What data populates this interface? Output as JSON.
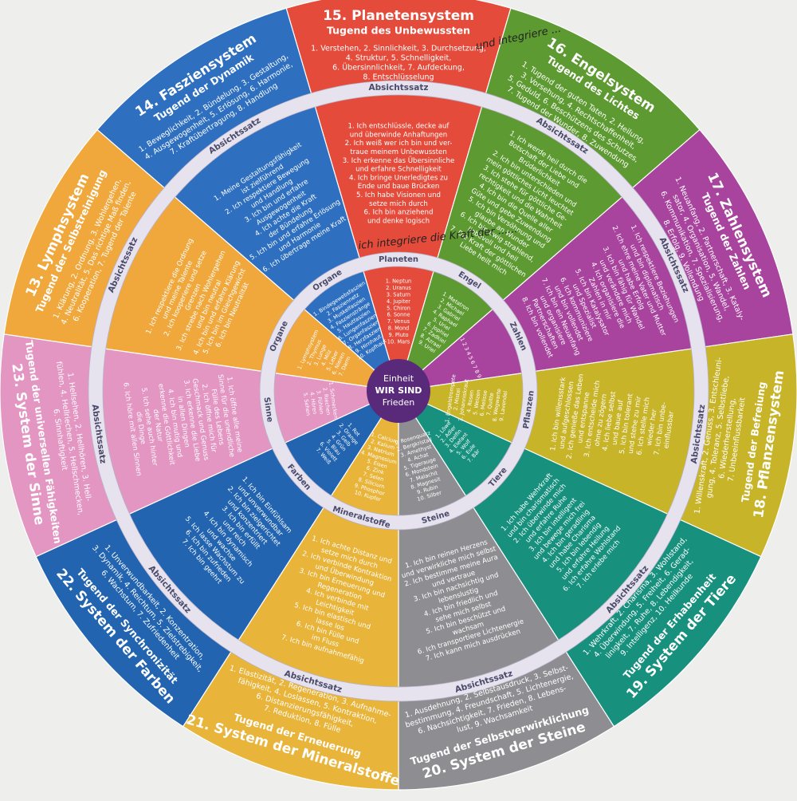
{
  "center": {
    "lines": [
      "Einheit",
      "WIR SIND",
      "Frieden"
    ]
  },
  "colors": {
    "outline": "#ffffff",
    "ring": "#e6e2ee",
    "ring_stroke": "#b8b2c8",
    "center": "#5a2a7a"
  },
  "handwriting": {
    "note1": "und integriere ...",
    "note2": "ich integriere die Kraft der ......"
  },
  "sections": [
    {
      "id": "15",
      "color": "#e44b3b",
      "title": "15. Planetensystem",
      "subtitle": "Tugend des Unbewussten",
      "items": [
        "1. Verstehen, 2. Sinnlichkeit, 3. Durchsetzung,",
        "4. Struktur, 5. Schnelligkeit,",
        "6. Übersinnlichkeit, 7. Aufdeckung,",
        "8. Entschlüsselung"
      ],
      "affirm_label": "Absichtssatz",
      "affirm": [
        "1. Ich entschlüssle, decke auf",
        "und überwinde Anhaftungen",
        "2. Ich weiß wer ich bin und ver-",
        "traue meinem Unbewussten",
        "3. Ich erkenne das Übersinnliche",
        "und erfahre Schnelligkeit",
        "4. Ich bringe Unerledigtes zu",
        "Ende und baue Brücken",
        "5. Ich habe Visionen und",
        "setze mich durch",
        "6. Ich bin anziehend",
        "und denke logisch"
      ],
      "inner_label": "Planeten",
      "inner": [
        "1. Neptun",
        "2. Uranus",
        "3. Saturn",
        "4. Jupiter",
        "5. Chiron",
        "6. Sonne",
        "7. Venus",
        "8. Mond",
        "9. Pluto",
        "10. Mars"
      ]
    },
    {
      "id": "16",
      "color": "#5e9a32",
      "title": "16. Engelsystem",
      "subtitle": "Tugend des Lichtes",
      "items": [
        "1. Tugend der guten Taten, 2. Heilung,",
        "3. Vorsehung, 4. Rechtschaffenheit,",
        "5. Geduld, 6. Beschützens des Schutzes,",
        "7. Tugend der Wunder, 8. Zuwendung"
      ],
      "affirm_label": "Absichtssatz",
      "affirm": [
        "1. Ich werde heil durch die",
        "Botschaft der Liebe und",
        "Brüderlichkeit",
        "2. Ich bin unterschieden und",
        "mein göttliches Licht leuchtet",
        "3. Ich stehe für göttliche Ge-",
        "rechtigkeit und die Wahrheit",
        "4. Ich bin die Quelle aller",
        "Güte und gebe Zuwendung",
        "5. Ich bin Versöhnung und",
        "glaube an Wunder",
        "6. Ich bin ewig strahlend,",
        "liebevoll und heil",
        "7. Die Kraft der göttlichen",
        "Liebe heilt mich"
      ],
      "inner_label": "Engel",
      "inner": [
        "1. Metatron",
        "2. Michael",
        "3. Gabriel",
        "4. Raphael",
        "5. Uriel",
        "6. Jophiel",
        "7. Zadkiel",
        "8. Azrael",
        "9. Uriel"
      ]
    },
    {
      "id": "17",
      "color": "#a8449e",
      "title": "17. Zahlensystem",
      "subtitle": "Tugend der Zahlen",
      "items": [
        "1. Neuanfang, 2. Partnerschaft, 3. Kataly-",
        "sator, 4. Organisation, 5. Wandel,",
        "6. Kommunikation, 7. Spezialisierung,",
        "8. Erfolg, 9. Vollendung"
      ],
      "affirm_label": "Absichtssatz",
      "affirm": [
        "1. Ich respektiere Beziehungen",
        "und bin diplomatisch",
        "2. Ich ehre meine Vater und Mutter",
        "und habe Erfolg",
        "3. Ich bin fähig für Wandel",
        "und verändere mich",
        "4. Ich organisiere die",
        "Zahlen in mir",
        "5. Ich bin Katalysator",
        "und Spezialist",
        "6. Ich kommuniziere",
        "und bin vollendet",
        "7. Ich bin ein Neuanfang",
        "und organisiere",
        "Partnerschaften",
        "8. Ich bin vollendet"
      ],
      "inner_label": "Zahlen",
      "inner": [
        "1 2 3 4 5 6 7 8 9"
      ]
    },
    {
      "id": "18",
      "color": "#c8b428",
      "title": "18. Pflanzensystem",
      "subtitle": "Tugend der Befreiung",
      "items": [
        "1. Willenskraft, 2. Genuss, 3. Entschleuni-",
        "gung, 4. Toleranz, 5. Selbstliebe,",
        "6. Wiederherstellung,",
        "7. Unbeeinflussbarkeit"
      ],
      "affirm_label": "Absichtssatz",
      "affirm": [
        "1. Ich bin willensstark",
        "und aufgeschlossen",
        "2. Ich genieße das Leben",
        "und entspanne",
        "3. Ich entscheide mich",
        "ohne zu zögern",
        "4. Ich liebe selbst",
        "und baue auf",
        "5. Ich bin tolerant",
        "und stehe zu mir",
        "6. Ich stelle mich",
        "wieder her",
        "7. Ich bin unbe-",
        "einflussbar"
      ],
      "inner_label": "Pflanzen",
      "inner": [
        "1. Engelstrompete",
        "2. Mistel",
        "3. Johanniskraut",
        "4. Rosen",
        "5. Weizen",
        "6. Melisse",
        "7. Quitte",
        "8. Wegwarte",
        "9. Lavendel"
      ]
    },
    {
      "id": "19",
      "color": "#17907e",
      "title": "19. System der Tiere",
      "subtitle": "Tugend der Erhabenheit",
      "items": [
        "1. Wehrkraft, 2. Charisma, 3. Wohlstand,",
        "4. Überwindung, 5. Freiheit, 6. Gerad-",
        "linigkeit, 7. Ruhe, 8. Lebendigkeit,",
        "9. Intelligenz, 10. Heilkunde"
      ],
      "affirm_label": "Absichtssatz",
      "affirm": [
        "1. Ich habe Wehrkraft",
        "und bin charismatisch",
        "2. Ich überwinde mich",
        "und erfahre Ruhe",
        "3. Ich bin intelligent",
        "und bewege mich frei",
        "4. Ich bin geradlinig",
        "und habe Charisma",
        "5. Ich bin lebendig",
        "und erfahre Heilung",
        "6. Ich erfahre Wohlstand",
        "7. Ich erlebe mich"
      ],
      "inner_label": "Tiere",
      "inner": [
        "1. Löwe",
        "2. Adler",
        "3. Delfin",
        "4. Elefant",
        "5. Wolf",
        "6. Eule",
        "7. Bär"
      ]
    },
    {
      "id": "20",
      "color": "#8e8e92",
      "title": "20. System der Steine",
      "subtitle": "Tugend der Selbstverwirklichung",
      "items": [
        "1. Ausdehnung, 2. Selbstausdruck, 3. Selbst-",
        "bestimmung, 4. Freundschaft, 5. Lichtenergie,",
        "6. Nachsichtigkeit, 7. Frieden, 8. Lebens-",
        "lust, 9. Wachsamkeit"
      ],
      "affirm_label": "Absichtssatz",
      "affirm": [
        "1. Ich bin reinen Herzens",
        "und verwirkliche mich selbst",
        "2. Ich bestimme meine Aura",
        "und vertraue",
        "3. Ich bin nachsichtig und",
        "lebenslustig",
        "4. Ich bin friedlich und",
        "sehe mich selbst",
        "5. Ich bin beschützt und",
        "wachsam",
        "6. Ich transportiere Lichtenergie",
        "7. Ich kann mich ausdrücken"
      ],
      "inner_label": "Steine",
      "inner": [
        "1. Rosenquarz",
        "2. Bergkristall",
        "3. Amethyst",
        "4. Achat",
        "5. Tigerauge",
        "6. Mondstein",
        "7. Malachit",
        "8. Magnesit",
        "9. Rubin",
        "10. Silber"
      ]
    },
    {
      "id": "21",
      "color": "#e8b43a",
      "title": "21. System der Mineralstoffe",
      "subtitle": "Tugend der Erneuerung",
      "items": [
        "1. Elastizität, 2. Regeneration, 3. Aufnahme-",
        "fähigkeit, 4. Loslassen, 5. Kontraktion,",
        "6. Distanzierungsfähigkeit,",
        "7. Reduktion, 8. Fülle"
      ],
      "affirm_label": "Absichtssatz",
      "affirm": [
        "1. Ich achte Distanz und",
        "setze mich durch",
        "2. Ich verbinde Kontraktion",
        "und Überwindung",
        "3. Ich bin Erneuerung und",
        "Regeneration",
        "4. Ich verbinde mit",
        "Leichtigkeit",
        "5. Ich bin elastisch und",
        "lasse los",
        "6. Ich bin Fülle und",
        "im Fluss",
        "7. Ich bin aufnahmefähig"
      ],
      "inner_label": "Mineralstoffe",
      "inner": [
        "1. Calcium",
        "2. Kalium",
        "3. Natrium",
        "4. Magnesium",
        "5. Eisen",
        "6. Zink",
        "7. Selen",
        "8. Silicium",
        "9. Phosphor",
        "10. Kupfer"
      ]
    },
    {
      "id": "22",
      "color": "#2264b0",
      "title": "22. System der Farben",
      "subtitle": "Tugend der Synchronizität",
      "items": [
        "1. Unverwundbarkeit, 2. Konzentration,",
        "3. Dynamik, 4. Reichtum, 5. Zielstrebigkeit,",
        "6. Wachstum, 7. Zufriedenheit"
      ],
      "affirm_label": "Absichtssatz",
      "affirm": [
        "1. Ich bin Einfühlsam",
        "und unverwundbar",
        "2. Ich bin zielgerichtet",
        "und konzentriert",
        "3. Ich bin erfüllt",
        "und reich",
        "4. Ich bin dynamisch",
        "und wachse",
        "5. Ich lasse Wachstum zu",
        "6. Ich bin zufrieden",
        "7. Ich bin geehrt"
      ],
      "inner_label": "Farben",
      "inner": [
        "1. Rot",
        "2. Orange",
        "3. Gelb",
        "4. Grün",
        "5. Blau",
        "6. Violett",
        "7. Weiß"
      ]
    },
    {
      "id": "23",
      "color": "#e396c2",
      "title": "23. System der Sinne",
      "subtitle": "Tugend der universellen Fähigkeiten",
      "items": [
        "1. Hellsehen, 2. Hellhören, 3. Hell-",
        "fühlen, 4. Hellriechen, 5. Hellschmecken,",
        "6. Sinnhaftigkeit"
      ],
      "affirm_label": "Absichtssatz",
      "affirm": [
        "1. Ich öffne alle meine",
        "Sinne für die unendliche",
        "Fülle des Lebens",
        "2. Ich öffne mich für",
        "Geschmack und Genuss",
        "3. Ich erkenne die Liebe",
        "in allen Dingen",
        "4. Ich bin mutig und",
        "erkenne die Göttlichkeit",
        "der Natur",
        "5. Ich sehe auch hinter",
        "die Dinge",
        "6. Ich höre mit allen Sinnen"
      ],
      "inner_label": "Sinne",
      "inner": [
        "1. Schmecken",
        "2. Riechen",
        "3. Fühlen",
        "4. Hören",
        "5. Sehen"
      ]
    },
    {
      "id": "13",
      "color": "#f0a83c",
      "title": "13. Lymphsystem",
      "subtitle": "Tugend der Selbstreinigung",
      "items": [
        "1. Klärung, 2. Ordnung, 3. Wohlergehen,",
        "4. Neutralität, 5. Das richtige Maß finden,",
        "6. Kooperation, 7. Tugend der Talente"
      ],
      "affirm_label": "Absichtssatz",
      "affirm": [
        "1. Ich respektiere die Ordnung",
        "und meine Talente",
        "2. Ich kooperiere und setze",
        "Grenzen",
        "3. Ich strebe nach Wohlergehen",
        "und bin neutral",
        "4. Ich bin und erfahre Klärung",
        "5. Ich bin im Gleichgewicht",
        "6. Ich bin Neutralität"
      ],
      "inner_label": "Organe",
      "inner": [
        "1. Lymphsystem",
        "2. Thymus",
        "3. Lunge",
        "4. Milz",
        "5. Leber",
        "6. Nieren",
        "7. Darm"
      ]
    },
    {
      "id": "14",
      "color": "#2e6fc0",
      "title": "14. Fasziensystem",
      "subtitle": "Tugend der Dynamik",
      "items": [
        "1. Beweglichkeit, 2. Bündelung, 3. Gestaltung,",
        "4. Ausgewogenheit, 5. Erlösung, 6. Harmonie,",
        "7. Kraftübertragung, 8. Handlung"
      ],
      "affirm_label": "Absichtssatz",
      "affirm": [
        "1. Meine Gestaltungsfähigkeit",
        "ist zielführend",
        "2. Ich respektiere Bewegung",
        "und Handlung",
        "3. Ich bin und erfahre",
        "Ausgewogenheit",
        "4. Ich achte die Kraft",
        "der Bündelung",
        "5. Ich bin und erfahre Erlösung",
        "und Harmonie",
        "6. Ich übertrage meine Kraft"
      ],
      "inner_label": "Organe",
      "inner": [
        "1. Bindegewebsfaszien",
        "2. Fasziennetz",
        "3. Muskelfaszien",
        "4. Faszienstränge",
        "5. Hautfaszien",
        "6. Lungenfaszien",
        "7. Organfaszien",
        "8. Herzfaszien",
        "9. Hirnhaut",
        "10. Kopfhaut"
      ]
    }
  ]
}
